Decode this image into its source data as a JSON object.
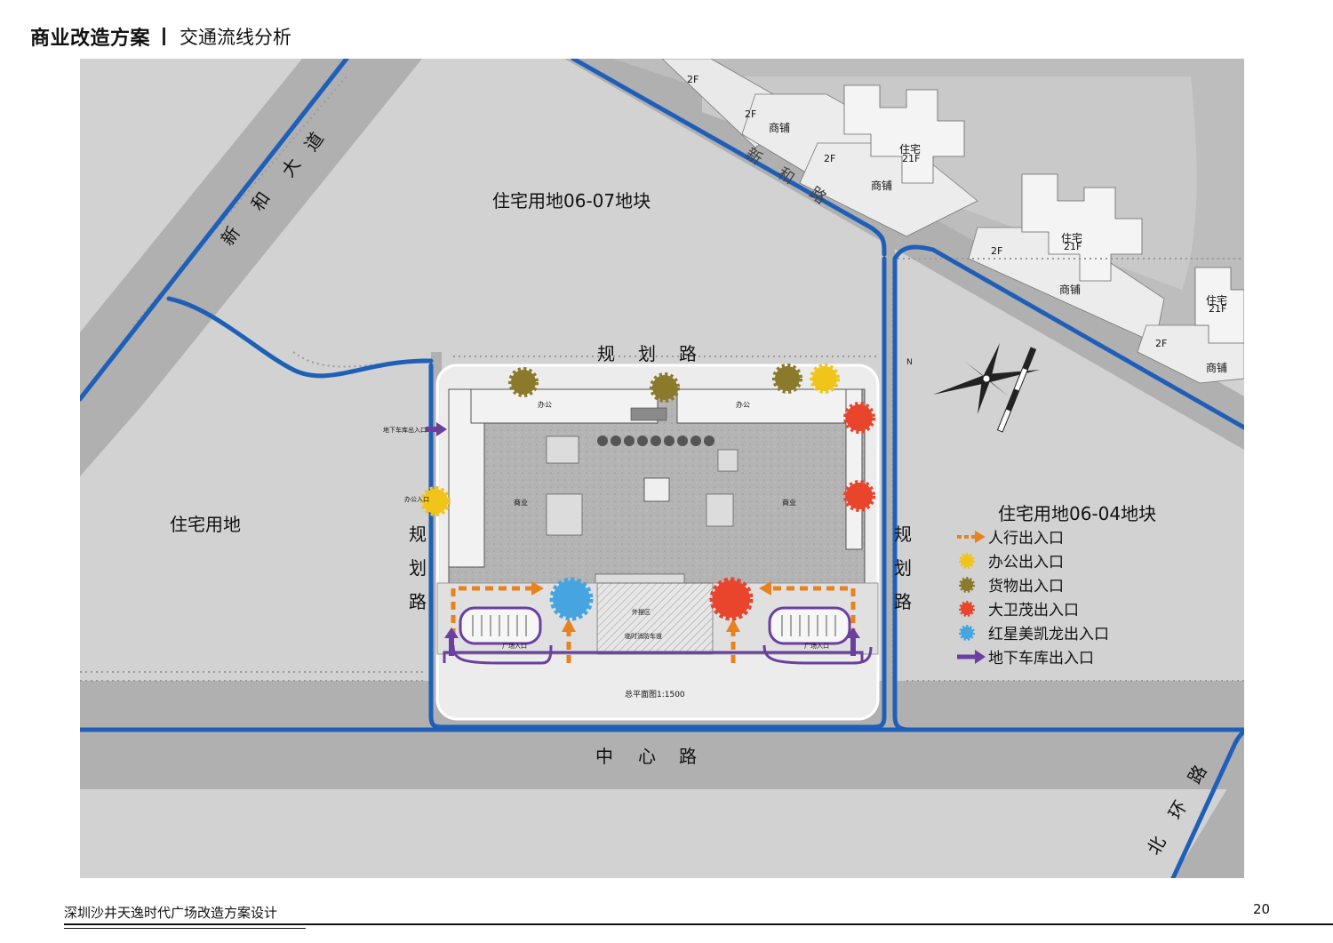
{
  "header": {
    "title": "商业改造方案",
    "subtitle": "交通流线分析"
  },
  "map": {
    "roads": {
      "xinhe": [
        "新",
        "和",
        "大",
        "道"
      ],
      "xinhe2": [
        "新",
        "和",
        "路"
      ],
      "guihua_top": [
        "规",
        "划",
        "路"
      ],
      "guihua_left": [
        "规",
        "划",
        "路"
      ],
      "guihua_right": [
        "规",
        "划",
        "路"
      ],
      "zhongxin": [
        "中",
        "心",
        "路"
      ],
      "beihuan": [
        "北",
        "环",
        "路"
      ]
    },
    "plots": {
      "plot_0607": "住宅用地06-07地块",
      "plot_west": "住宅用地",
      "plot_0604": "住宅用地06-04地块"
    },
    "buildings": {
      "f2_a": "2F",
      "f2_b": "2F",
      "f2_c": "2F",
      "f2_d": "2F",
      "f2_e": "2F",
      "shop_a": "商铺",
      "shop_b": "商铺",
      "shop_c": "商铺",
      "shop_d": "商铺",
      "res_a": "住宅",
      "res_a_f": "21F",
      "res_b": "住宅",
      "res_b_f": "21F",
      "res_c": "住宅",
      "res_c_f": "21F"
    },
    "site": {
      "office_left": "办公",
      "office_right": "办公",
      "commerce_left": "商业",
      "commerce_right": "商业",
      "underground_entry": "地下车库出入口",
      "office_entry": "办公入口",
      "scale_caption": "总平面图1:1500",
      "outer_plaza": "外摆区",
      "fire_lane": "临时消防车道",
      "square_left": "广场入口",
      "square_right": "广场入口"
    }
  },
  "legend": {
    "title": "住宅用地06-04地块",
    "items": [
      {
        "label": "人行出入口",
        "color": "#e8821e",
        "symbol": "arrow-dashed"
      },
      {
        "label": "办公出入口",
        "color": "#f0c419",
        "symbol": "burst"
      },
      {
        "label": "货物出入口",
        "color": "#8b7a2b",
        "symbol": "burst"
      },
      {
        "label": "大卫茂出入口",
        "color": "#e8452c",
        "symbol": "burst"
      },
      {
        "label": "红星美凯龙出入口",
        "color": "#46a4e0",
        "symbol": "burst"
      },
      {
        "label": "地下车库出入口",
        "color": "#6a3fa0",
        "symbol": "arrow-solid"
      }
    ]
  },
  "colors": {
    "road_line": "#1f5fb8",
    "ground": "#d2d2d2",
    "road": "#b0b0b0",
    "site_plaza": "#b6b6b6"
  },
  "footer": {
    "project": "深圳沙井天逸时代广场改造方案设计",
    "page": "20"
  }
}
